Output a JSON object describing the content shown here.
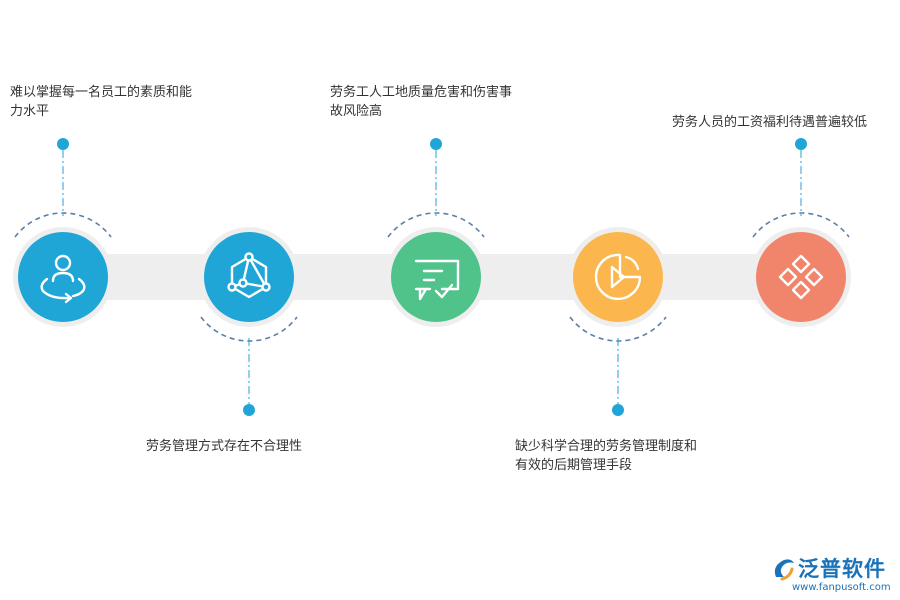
{
  "steps": [
    {
      "icon": "person-orbit-icon",
      "color": "#1fa6d6",
      "label_lines": [
        "难以掌握每一名员工的素质和能",
        "力水平"
      ],
      "position": "top"
    },
    {
      "icon": "hexagon-network-icon",
      "color": "#1fa6d6",
      "label_lines": [
        "劳务管理方式存在不合理性"
      ],
      "position": "bottom"
    },
    {
      "icon": "message-check-icon",
      "color": "#4fc38a",
      "label_lines": [
        "劳务工人工地质量危害和伤害事",
        "故风险高"
      ],
      "position": "top"
    },
    {
      "icon": "pie-play-icon",
      "color": "#fbb64e",
      "label_lines": [
        "缺少科学合理的劳务管理制度和",
        "有效的后期管理手段"
      ],
      "position": "bottom"
    },
    {
      "icon": "diamond-grid-icon",
      "color": "#f0856c",
      "label_lines": [
        "劳务人员的工资福利待遇普遍较低"
      ],
      "position": "top"
    }
  ],
  "connector_color": "#1fa6d6",
  "track_color": "#eeeeee",
  "brand": {
    "name": "泛普软件",
    "url": "www.fanpusoft.com",
    "color": "#1a72b8",
    "accent": "#f0a030"
  }
}
